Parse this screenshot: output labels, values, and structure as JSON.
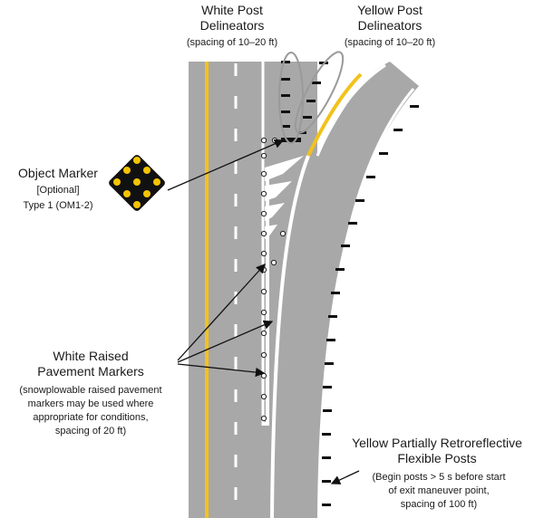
{
  "labels": {
    "white_post": {
      "title_line1": "White Post",
      "title_line2": "Delineators",
      "note": "(spacing of 10–20 ft)"
    },
    "yellow_post": {
      "title_line1": "Yellow Post",
      "title_line2": "Delineators",
      "note": "(spacing of 10–20 ft)"
    },
    "object_marker": {
      "line1": "Object Marker",
      "line2": "[Optional]",
      "line3": "Type 1 (OM1-2)"
    },
    "raised_markers": {
      "title_line1": "White Raised",
      "title_line2": "Pavement Markers",
      "note_line1": "(snowplowable raised pavement",
      "note_line2": "markers may be used where",
      "note_line3": "appropriate for conditions,",
      "note_line4": "spacing of 20 ft)"
    },
    "flexible_posts": {
      "title_line1": "Yellow Partially Retroreflective",
      "title_line2": "Flexible Posts",
      "note_line1": "(Begin posts > 5 s before start",
      "note_line2": "of exit maneuver point,",
      "note_line3": "spacing of 100 ft)"
    }
  },
  "colors": {
    "pavement": "#a8a8a8",
    "yellow_line": "#f2c21b",
    "white_line": "#ffffff",
    "post_black": "#111111",
    "marker_yellow": "#f5c400",
    "leader_gray": "#9a9a9a"
  }
}
